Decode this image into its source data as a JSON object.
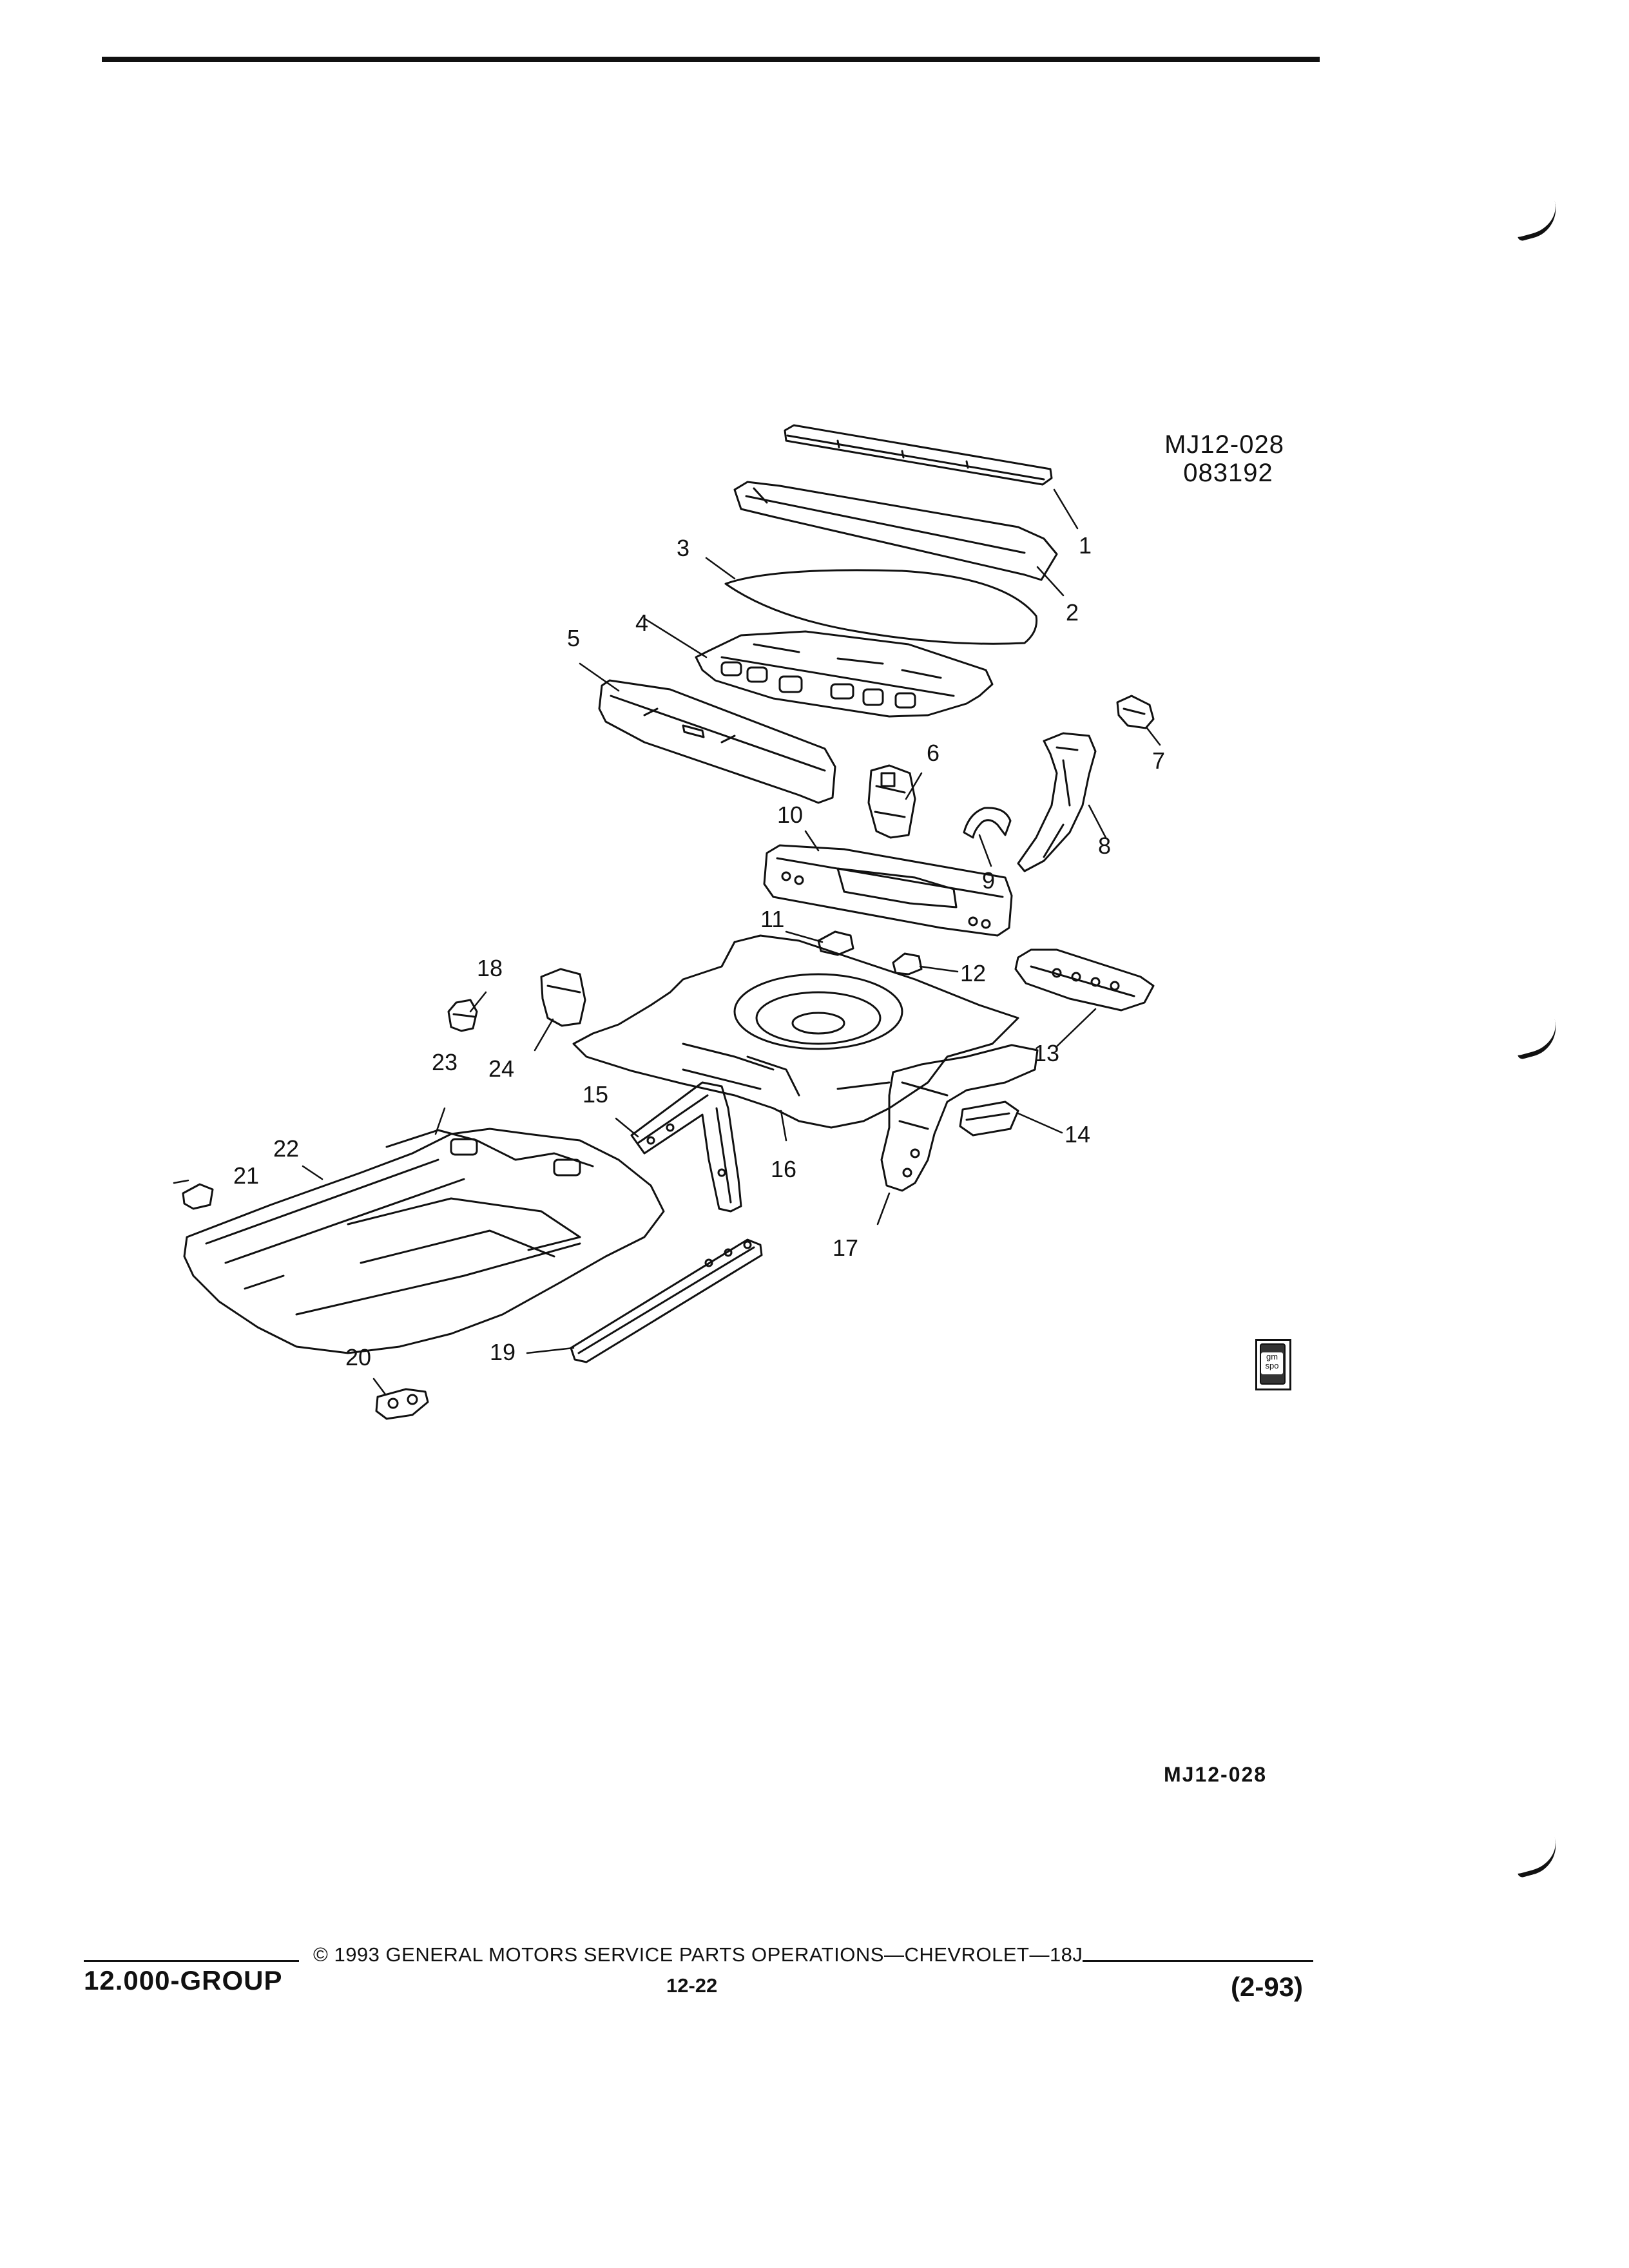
{
  "header": {
    "illustration_code": "MJ12-028",
    "illustration_date": "083192"
  },
  "diagram": {
    "callouts": [
      "1",
      "2",
      "3",
      "4",
      "5",
      "6",
      "7",
      "8",
      "9",
      "10",
      "11",
      "12",
      "13",
      "14",
      "15",
      "16",
      "17",
      "18",
      "19",
      "20",
      "21",
      "22",
      "23",
      "24"
    ]
  },
  "badge": {
    "line1": "gm",
    "line2": "spo"
  },
  "figure_code": "MJ12-028",
  "footer": {
    "copyright": "© 1993 GENERAL MOTORS SERVICE PARTS OPERATIONS—CHEVROLET—18J",
    "group": "12.000-GROUP",
    "page": "12-22",
    "revision": "(2-93)"
  }
}
